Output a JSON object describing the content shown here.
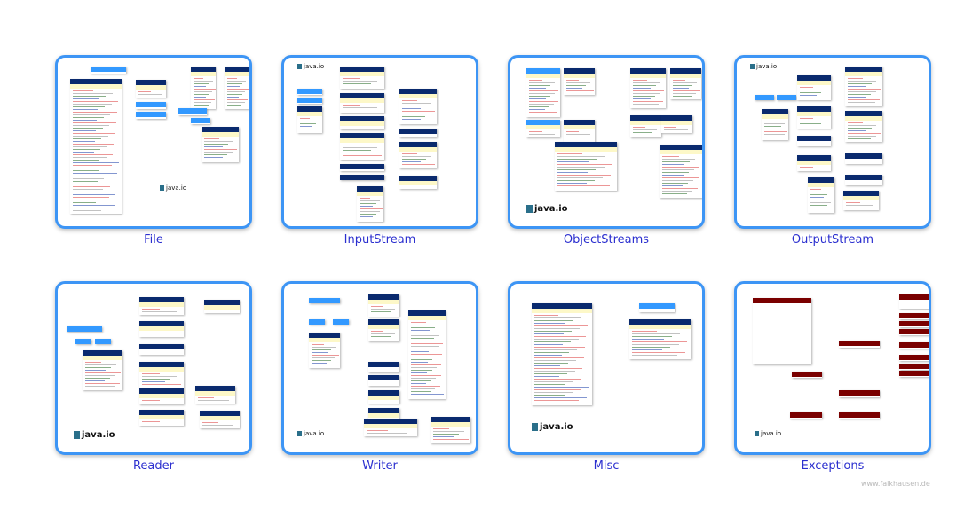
{
  "gallery": [
    {
      "label": "File",
      "package": "java.io",
      "header_color": "#0a2a6e"
    },
    {
      "label": "InputStream",
      "package": "java.io",
      "header_color": "#0a2a6e"
    },
    {
      "label": "ObjectStreams",
      "package": "java.io",
      "header_color": "#0a2a6e"
    },
    {
      "label": "OutputStream",
      "package": "java.io",
      "header_color": "#0a2a6e"
    },
    {
      "label": "Reader",
      "package": "java.io",
      "header_color": "#0a2a6e"
    },
    {
      "label": "Writer",
      "package": "java.io",
      "header_color": "#0a2a6e"
    },
    {
      "label": "Misc",
      "package": "java.io",
      "header_color": "#0a2a6e"
    },
    {
      "label": "Exceptions",
      "package": "java.io",
      "header_color": "#7a0000"
    }
  ],
  "colors": {
    "border": "#3d95f5",
    "label": "#2b2fcf",
    "light_header": "#3399ff",
    "note": "#fdf8c8"
  },
  "watermark": "www.falkhausen.de"
}
